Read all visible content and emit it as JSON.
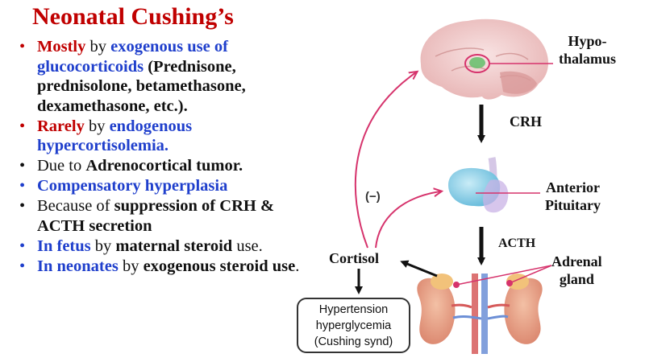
{
  "title": "Neonatal Cushing’s",
  "bullets": [
    {
      "color": "red",
      "parts": [
        {
          "text": "Mostly",
          "style": "red"
        },
        {
          "text": " by ",
          "style": "norm"
        },
        {
          "text": "exogenous use of glucocorticoids",
          "style": "blue"
        },
        {
          "text": " (Prednisone, prednisolone, betamethasone, dexamethasone, etc.).",
          "style": "blk-b"
        }
      ]
    },
    {
      "color": "red",
      "parts": [
        {
          "text": "Rarely",
          "style": "red"
        },
        {
          "text": " by ",
          "style": "norm"
        },
        {
          "text": "endogenous hypercortisolemia.",
          "style": "blue"
        }
      ]
    },
    {
      "color": "black",
      "parts": [
        {
          "text": "Due to ",
          "style": "norm"
        },
        {
          "text": "Adrenocortical tumor.",
          "style": "blk-b"
        }
      ]
    },
    {
      "color": "blue",
      "parts": [
        {
          "text": "Compensatory hyperplasia",
          "style": "blue"
        }
      ]
    },
    {
      "color": "black",
      "parts": [
        {
          "text": "Because of ",
          "style": "norm"
        },
        {
          "text": "suppression of CRH & ACTH secretion",
          "style": "blk-b"
        }
      ]
    },
    {
      "color": "blue",
      "parts": [
        {
          "text": "In fetus",
          "style": "blue"
        },
        {
          "text": " by ",
          "style": "norm"
        },
        {
          "text": "maternal steroid",
          "style": "blk-b"
        },
        {
          "text": " use.",
          "style": "norm"
        }
      ]
    },
    {
      "color": "blue",
      "parts": [
        {
          "text": "In neonates",
          "style": "blue"
        },
        {
          "text": " by ",
          "style": "norm"
        },
        {
          "text": "exogenous steroid use",
          "style": "blk-b"
        },
        {
          "text": ".",
          "style": "norm"
        }
      ]
    }
  ],
  "diagram": {
    "hypothalamus_label_1": "Hypo-",
    "hypothalamus_label_2": "thalamus",
    "crh_label": "CRH",
    "pituitary_label_1": "Anterior",
    "pituitary_label_2": "Pituitary",
    "acth_label": "ACTH",
    "adrenal_label_1": "Adrenal",
    "adrenal_label_2": "gland",
    "cortisol_label": "Cortisol",
    "feedback_label": "(−)",
    "effects_line_1": "Hypertension",
    "effects_line_2": "hyperglycemia",
    "effects_line_3": "(Cushing synd)"
  },
  "colors": {
    "title_red": "#c00000",
    "highlight_blue": "#1f3fcc",
    "feedback_arrow": "#d6336c",
    "brain": "#e8b4b4",
    "pituitary": "#7ec8e3",
    "kidney": "#e89a7a",
    "adrenal": "#f2c27a"
  }
}
